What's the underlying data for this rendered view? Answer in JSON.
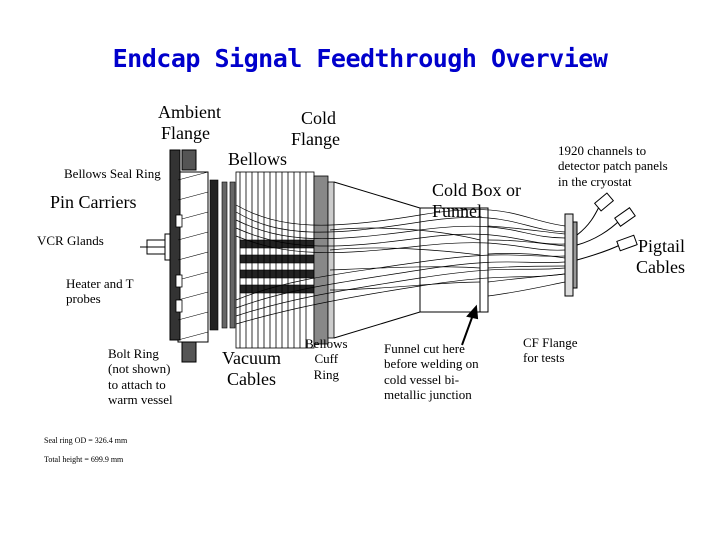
{
  "title": "Endcap Signal Feedthrough Overview",
  "labels": {
    "ambient_flange_1": "Ambient",
    "ambient_flange_2": "Flange",
    "cold_flange_1": "Cold",
    "cold_flange_2": "Flange",
    "bellows_top": "Bellows",
    "bellows_seal_ring": "Bellows Seal Ring",
    "pin_carriers": "Pin Carriers",
    "vcr_glands": "VCR Glands",
    "heater_1": "Heater and T",
    "heater_2": "probes",
    "bolt_ring": [
      "Bolt Ring",
      "(not shown)",
      "to attach to",
      "warm vessel"
    ],
    "vacuum_cables": [
      "Vacuum",
      "Cables"
    ],
    "bellows_cuff_ring": [
      "Bellows",
      "Cuff",
      "Ring"
    ],
    "funnel_cut": [
      "Funnel cut here",
      "before welding on",
      "cold vessel bi-",
      "metallic junction"
    ],
    "cf_flange": [
      "CF Flange",
      "for tests"
    ],
    "cold_box_1": "Cold Box or",
    "cold_box_2": "Funnel",
    "channels": [
      "1920 channels to",
      "detector patch panels",
      "in the cryostat"
    ],
    "pigtail_1": "Pigtail",
    "pigtail_2": "Cables",
    "sealing_od": "Seal ring OD = 326.4 mm",
    "total_height": "Total height = 699.9 mm"
  }
}
